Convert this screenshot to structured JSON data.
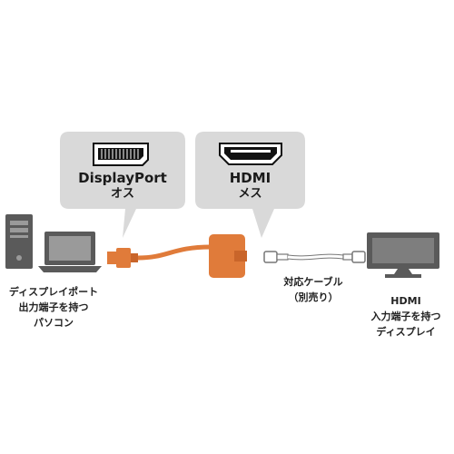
{
  "bubbles": {
    "displayport": {
      "line1": "DisplayPort",
      "line2": "オス",
      "icon": "displayport-connector-icon"
    },
    "hdmi": {
      "line1": "HDMI",
      "line2": "メス",
      "icon": "hdmi-connector-icon"
    }
  },
  "labels": {
    "pc": {
      "lines": [
        "ディスプレイポート",
        "出力端子を持つ",
        "パソコン"
      ]
    },
    "cable": {
      "lines": [
        "対応ケーブル",
        "（別売り）"
      ]
    },
    "display": {
      "lines": [
        "HDMI",
        "入力端子を持つ",
        "ディスプレイ"
      ]
    }
  },
  "colors": {
    "bubble": "#d9d9d9",
    "adapter": "#e07b3a",
    "adapter_dark": "#c9652a",
    "device": "#5a5a5a",
    "screen": "#7e7e7e",
    "cable_white": "#ffffff"
  }
}
